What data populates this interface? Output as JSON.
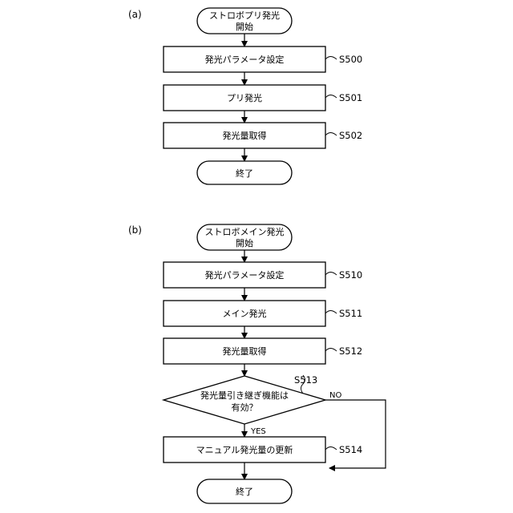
{
  "diagram_a": {
    "label": "(a)",
    "start": [
      "ストロボプリ発光",
      "開始"
    ],
    "steps": [
      {
        "id": "S500",
        "text": "発光パラメータ設定"
      },
      {
        "id": "S501",
        "text": "プリ発光"
      },
      {
        "id": "S502",
        "text": "発光量取得"
      }
    ],
    "end": "終了"
  },
  "diagram_b": {
    "label": "(b)",
    "start": [
      "ストロボメイン発光",
      "開始"
    ],
    "steps": [
      {
        "id": "S510",
        "text": "発光パラメータ設定"
      },
      {
        "id": "S511",
        "text": "メイン発光"
      },
      {
        "id": "S512",
        "text": "発光量取得"
      }
    ],
    "decision": {
      "id": "S513",
      "lines": [
        "発光量引き継ぎ機能は",
        "有効？"
      ],
      "yes": "YES",
      "no": "NO"
    },
    "after": {
      "id": "S514",
      "text": "マニュアル発光量の更新"
    },
    "end": "終了"
  }
}
